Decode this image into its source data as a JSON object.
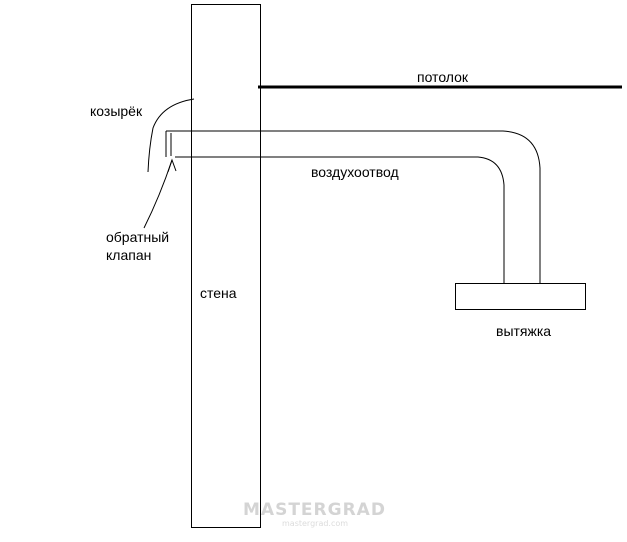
{
  "labels": {
    "ceiling": "потолок",
    "visor": "козырёк",
    "check_valve_line1": "обратный",
    "check_valve_line2": "клапан",
    "wall": "стена",
    "duct": "воздухоотвод",
    "hood": "вытяжка"
  },
  "watermark": {
    "text": "MASTERGRAD",
    "sub": "mastergrad.com"
  },
  "colors": {
    "stroke": "#000000",
    "background": "#ffffff",
    "watermark": "#d4d4d4"
  }
}
